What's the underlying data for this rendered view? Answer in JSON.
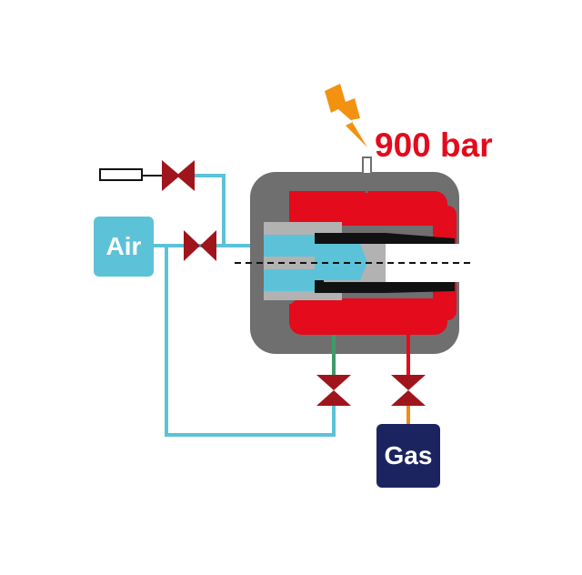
{
  "pressure": {
    "label": "900 bar"
  },
  "air_supply": {
    "label": "Air"
  },
  "gas_supply": {
    "label": "Gas"
  },
  "colors": {
    "air_blue": "#5bc2d8",
    "valve_red": "#a0141c",
    "chamber_red": "#e30b1c",
    "housing_gray": "#6f6f6f",
    "gas_navy": "#1c2460",
    "spark_orange": "#f39211",
    "gas_line_orange": "#f08a1d",
    "pipe_green": "#3f9a6a"
  },
  "icons": {
    "spark": "lightning-bolt-icon",
    "valve": "bowtie-valve-icon",
    "igniter": "spark-plug-icon"
  }
}
